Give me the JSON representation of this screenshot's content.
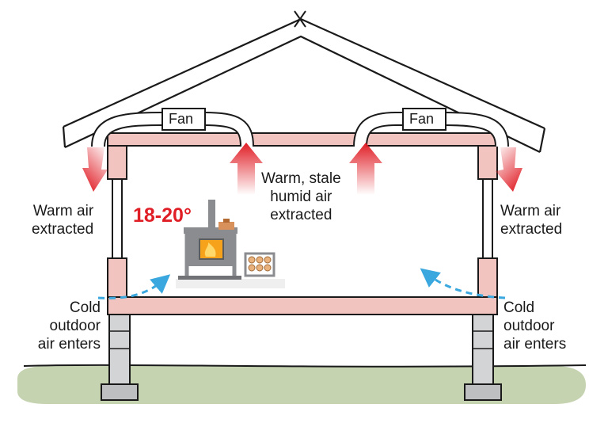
{
  "fans": [
    {
      "label": "Fan"
    },
    {
      "label": "Fan"
    }
  ],
  "temperature": "18-20°",
  "labels": {
    "warm_left": [
      "Warm air",
      "extracted"
    ],
    "warm_right": [
      "Warm air",
      "extracted"
    ],
    "stale": [
      "Warm, stale",
      "humid air",
      "extracted"
    ],
    "cold_left": [
      "Cold",
      "outdoor",
      "air enters"
    ],
    "cold_right": [
      "Cold",
      "outdoor",
      "air enters"
    ]
  },
  "colors": {
    "warm_arrow": "#e01e26",
    "cold_arrow": "#3aa7de",
    "insulation": "#f2c4c0",
    "ground": "#c5d3b0",
    "stove": "#8a8c8f",
    "fire": "#f7a21b"
  }
}
